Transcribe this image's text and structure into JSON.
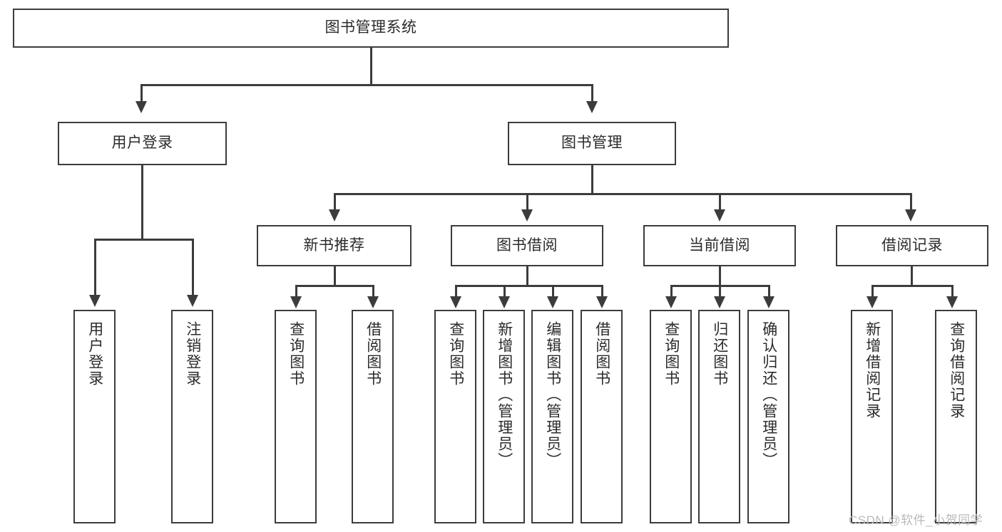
{
  "diagram": {
    "type": "tree-hierarchy-flowchart",
    "title": "图书管理系统",
    "colors": {
      "background": "#ffffff",
      "box_border": "#3c3c3c",
      "box_fill": "#ffffff",
      "text": "#2b2b2b",
      "connector": "#3c3c3c",
      "watermark": "#b9b9b9"
    },
    "levels": {
      "level0": [
        "图书管理系统"
      ],
      "level1": [
        "用户登录",
        "图书管理"
      ],
      "level2": [
        "新书推荐",
        "图书借阅",
        "当前借阅",
        "借阅记录"
      ],
      "level3": [
        "用户登录",
        "注销登录",
        "查询图书",
        "借阅图书",
        "查询图书",
        "新增图书（管理员）",
        "编辑图书（管理员）",
        "借阅图书",
        "查询图书",
        "归还图书",
        "确认归还（管理员）",
        "新增借阅记录",
        "查询借阅记录"
      ]
    }
  },
  "root": {
    "label": "图书管理系统"
  },
  "branches": [
    {
      "label": "用户登录"
    },
    {
      "label": "图书管理"
    }
  ],
  "sub_branches": [
    {
      "label": "新书推荐"
    },
    {
      "label": "图书借阅"
    },
    {
      "label": "当前借阅"
    },
    {
      "label": "借阅记录"
    }
  ],
  "leaves": [
    {
      "label": "用户登录",
      "parent": "用户登录"
    },
    {
      "label": "注销登录",
      "parent": "用户登录"
    },
    {
      "label": "查询图书",
      "parent": "新书推荐"
    },
    {
      "label": "借阅图书",
      "parent": "新书推荐"
    },
    {
      "label": "查询图书",
      "parent": "图书借阅"
    },
    {
      "label": "新增图书（管理员）",
      "parent": "图书借阅"
    },
    {
      "label": "编辑图书（管理员）",
      "parent": "图书借阅"
    },
    {
      "label": "借阅图书",
      "parent": "图书借阅"
    },
    {
      "label": "查询图书",
      "parent": "当前借阅"
    },
    {
      "label": "归还图书",
      "parent": "当前借阅"
    },
    {
      "label": "确认归还（管理员）",
      "parent": "当前借阅"
    },
    {
      "label": "新增借阅记录",
      "parent": "借阅记录"
    },
    {
      "label": "查询借阅记录",
      "parent": "借阅记录"
    }
  ],
  "watermark": {
    "text": "CSDN @软件_小贺同学"
  }
}
